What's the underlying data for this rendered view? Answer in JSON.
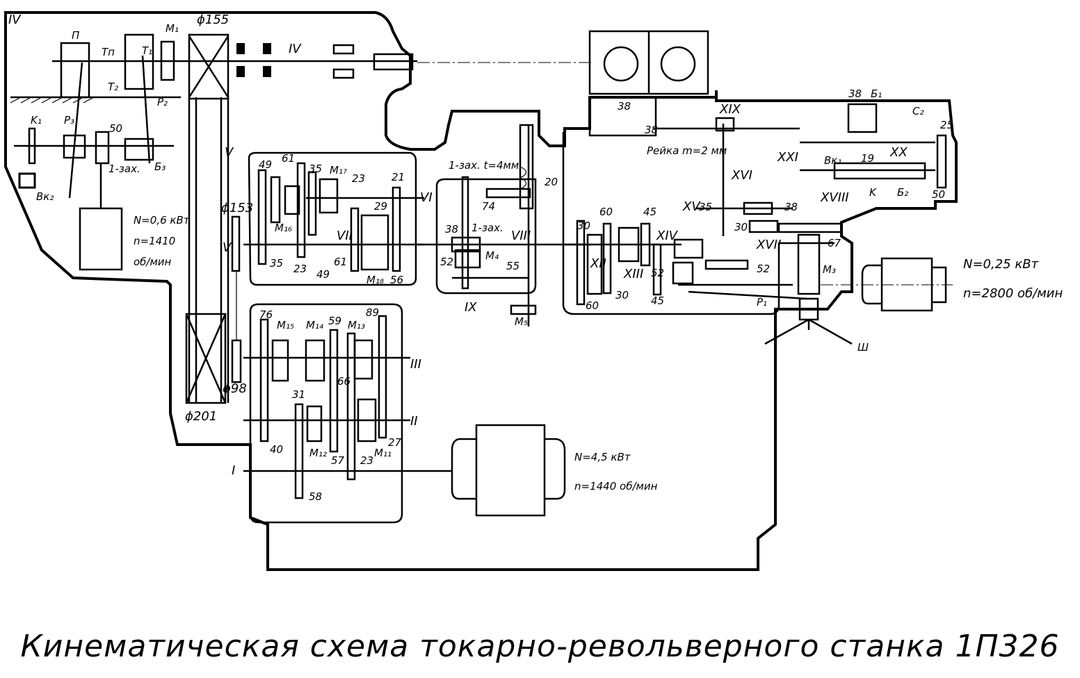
{
  "title": "Кинематическая схема токарно-револьверного станка 1П326",
  "shafts": [
    "I",
    "II",
    "III",
    "IV",
    "V",
    "VI",
    "VII",
    "VIII",
    "IX",
    "XII",
    "XIII",
    "XIV",
    "XV",
    "XVI",
    "XVII",
    "XVIII",
    "XIX",
    "XX",
    "XXI"
  ],
  "pulleys": [
    "ϕ155",
    "ϕ153",
    "ϕ98",
    "ϕ201"
  ],
  "gears": [
    "49",
    "61",
    "35",
    "23",
    "21",
    "29",
    "35",
    "23",
    "49",
    "61",
    "56",
    "76",
    "59",
    "89",
    "31",
    "66",
    "40",
    "27",
    "57",
    "23",
    "58",
    "30",
    "60",
    "45",
    "30",
    "45",
    "52",
    "60",
    "35",
    "30",
    "38",
    "38",
    "38",
    "67",
    "52",
    "55",
    "74",
    "20",
    "38",
    "19",
    "25",
    "50"
  ],
  "clutches": [
    "M₁",
    "M₁₁",
    "M₁₆",
    "M₁₇",
    "M₁₈",
    "M₁₅",
    "M₁₄",
    "M₁₃",
    "M₁₂",
    "M₁₁",
    "M₄",
    "M₅",
    "M₃"
  ],
  "misc_labels": {
    "p": "П",
    "tp": "Tп",
    "t1": "T₁",
    "t2": "T₂",
    "p2": "P₂",
    "p3": "P₃",
    "k1": "K₁",
    "b3": "Б₃",
    "bk2": "Bк₂",
    "n50": "50",
    "zax1": "1-зах.",
    "worm": "1-зах. t=4мм",
    "zax2": "1-зах.",
    "rack": "Рейка m=2 мм",
    "b1": "Б₁",
    "c2": "C₂",
    "bk1": "Bк₁",
    "k": "K",
    "b2": "Б₂",
    "p1": "P₁",
    "sh": "Ш"
  },
  "motors": {
    "m1": {
      "power": "N=0,6 кВт",
      "speed": "n=1410",
      "unit": "об/мин"
    },
    "main": {
      "power": "N=4,5 кВт",
      "speed": "n=1440 об/мин"
    },
    "feed": {
      "power": "N=0,25 кВт",
      "speed": "n=2800 об/мин"
    }
  }
}
